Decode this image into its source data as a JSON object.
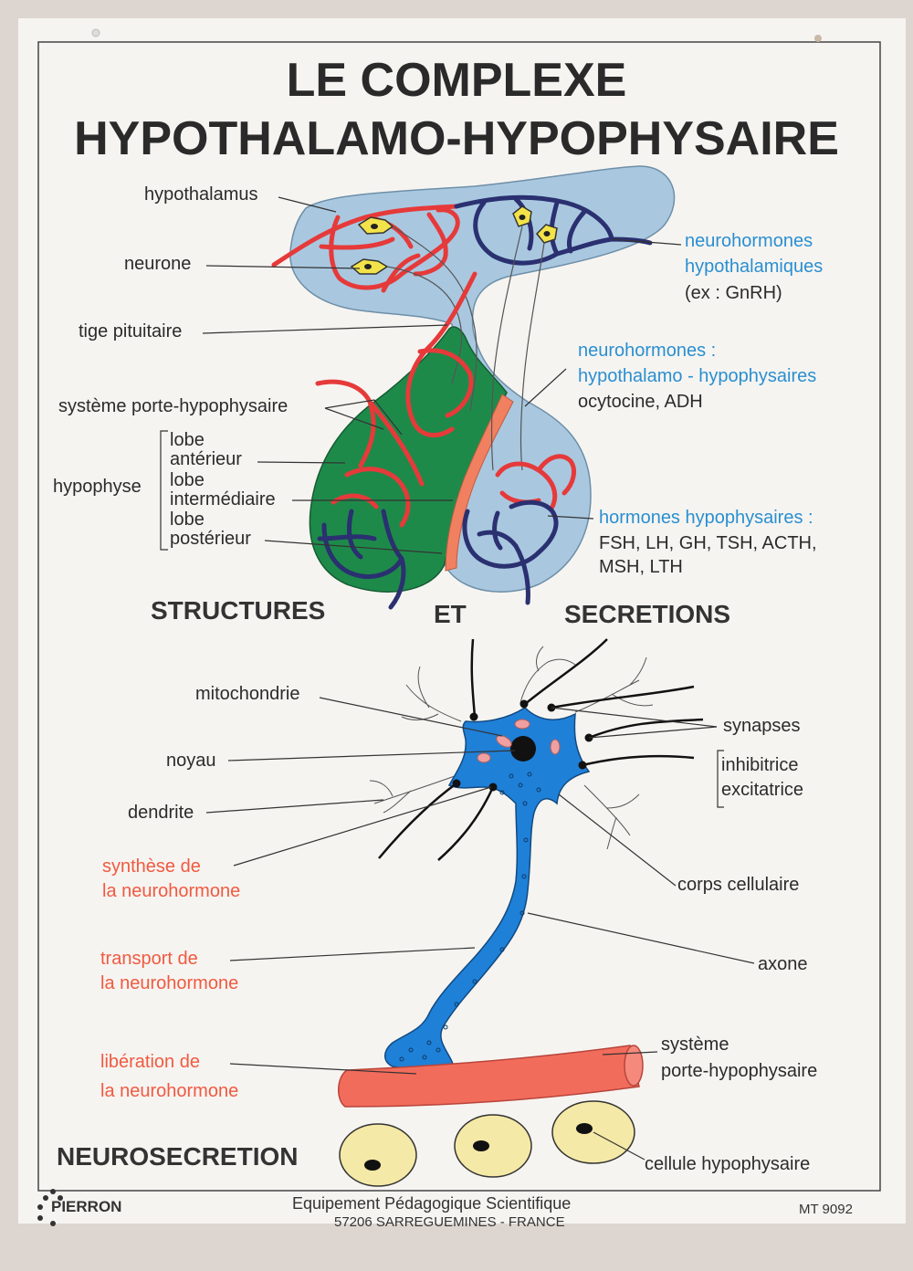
{
  "title": {
    "line1": "LE COMPLEXE",
    "line2": "HYPOTHALAMO-HYPOPHYSAIRE"
  },
  "top_labels": {
    "hypothalamus": "hypothalamus",
    "neurone": "neurone",
    "tige": "tige pituitaire",
    "porte": "système porte-hypophysaire",
    "hypophyse": "hypophyse",
    "lobe_ant_1": "lobe",
    "lobe_ant_2": "antérieur",
    "lobe_int_1": "lobe",
    "lobe_int_2": "intermédiaire",
    "lobe_post_1": "lobe",
    "lobe_post_2": "postérieur",
    "neurohormones_hyp_1": "neurohormones",
    "neurohormones_hyp_2": "hypothalamiques",
    "neurohormones_hyp_3": "(ex : GnRH)",
    "neurohormones_hh_1": "neurohormones :",
    "neurohormones_hh_2": "hypothalamo - hypophysaires",
    "neurohormones_hh_3": "ocytocine, ADH",
    "hormones_1": "hormones hypophysaires :",
    "hormones_2": "FSH, LH, GH, TSH, ACTH,",
    "hormones_3": "MSH, LTH"
  },
  "sections": {
    "structures": "STRUCTURES",
    "et": "ET",
    "secretions": "SECRETIONS",
    "neurosecretion": "NEUROSECRETION"
  },
  "bottom_labels": {
    "mitochondrie": "mitochondrie",
    "noyau": "noyau",
    "dendrite": "dendrite",
    "synthese_1": "synthèse de",
    "synthese_2": "la neurohormone",
    "transport_1": "transport de",
    "transport_2": "la neurohormone",
    "liberation_1": "libération de",
    "liberation_2": "la neurohormone",
    "synapses": "synapses",
    "inhibitrice": "inhibitrice",
    "excitatrice": "excitatrice",
    "corps": "corps cellulaire",
    "axone": "axone",
    "systeme_1": "système",
    "systeme_2": "porte-hypophysaire",
    "cellule": "cellule hypophysaire"
  },
  "footer": {
    "brand": "PIERRON",
    "line1": "Equipement Pédagogique Scientifique",
    "line2": "57206 SARREGUEMINES - FRANCE",
    "code": "MT 9092"
  },
  "colors": {
    "hypothalamus_blue": "#a9c8e0",
    "anterior_green": "#1e8a4a",
    "intermediate_salmon": "#f08060",
    "vessel_red": "#e63a3a",
    "vessel_blue": "#2a3070",
    "neuron_blue": "#1f80d8",
    "label_blue": "#2a8fd0",
    "label_red": "#f05a40"
  }
}
